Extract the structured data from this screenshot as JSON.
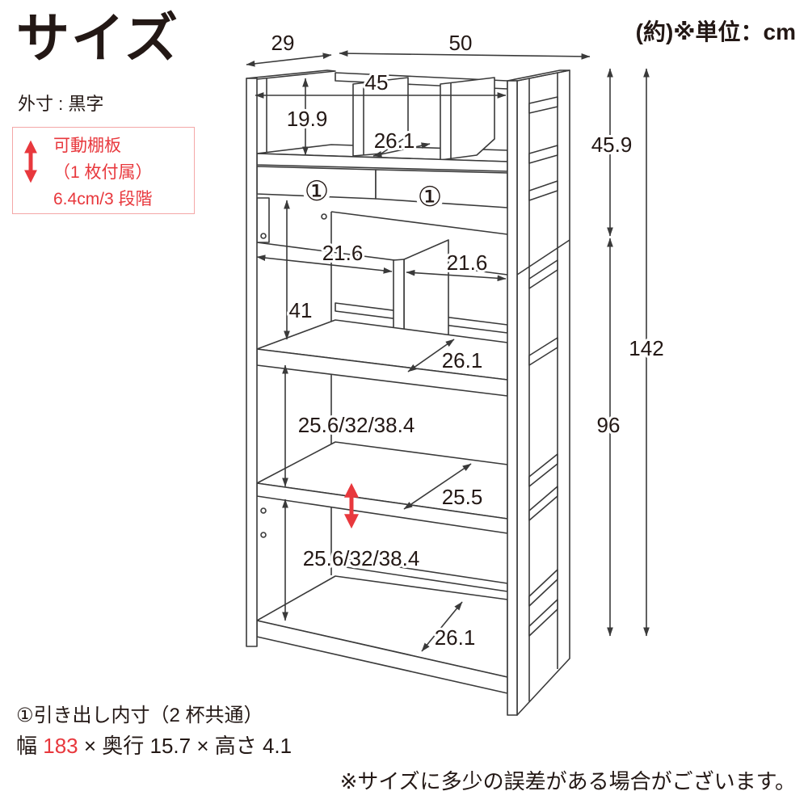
{
  "title": "サイズ",
  "unit_note": "(約)※単位：cm",
  "legend": {
    "outer_label": "外寸 : 黒字",
    "movable_shelf": {
      "line1": "可動棚板",
      "line2": "（1 枚付属）",
      "line3": "6.4cm/3 段階"
    }
  },
  "dimensions": {
    "top_depth": "29",
    "total_width": "50",
    "hutch_inner_width": "45",
    "hutch_inner_height": "19.9",
    "hutch_inner_depth": "26.1",
    "hutch_height": "45.9",
    "total_height": "142",
    "lower_height": "96",
    "compartment_width_left": "21.6",
    "compartment_width_right": "21.6",
    "upper_compartment_height": "41",
    "fixed_shelf_depth": "26.1",
    "shelf_spacing_upper": "25.6/32/38.4",
    "movable_shelf_depth": "25.5",
    "shelf_spacing_lower": "25.6/32/38.4",
    "bottom_shelf_depth": "26.1"
  },
  "drawer_markers": [
    "①",
    "①"
  ],
  "drawer_note": {
    "heading": "①引き出し内寸（2 杯共通）",
    "width_label": "幅",
    "width_value": "183",
    "rest": "× 奥行 15.7 × 高さ 4.1"
  },
  "disclaimer": "※サイズに多少の誤差がある場合がございます。",
  "colors": {
    "text": "#231815",
    "accent_red": "#e8383d",
    "box_border": "#f4a7a7",
    "line": "#3a3a3a"
  }
}
